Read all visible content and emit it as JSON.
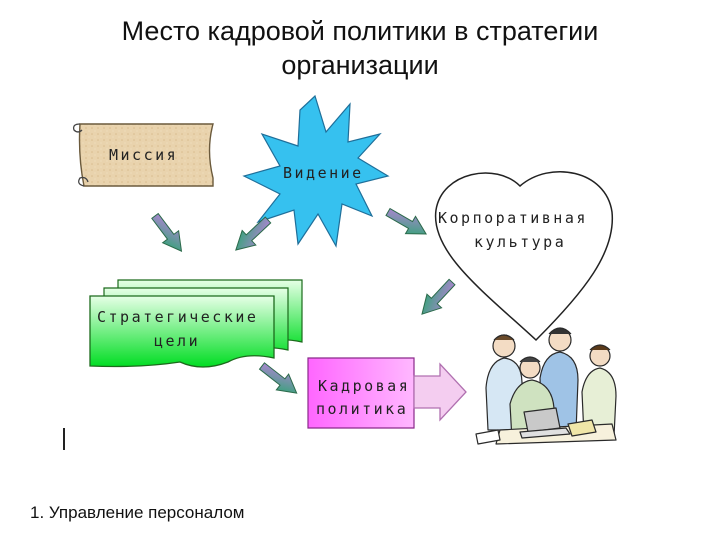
{
  "slide": {
    "title_line1": "Место кадровой политики в стратегии",
    "title_line2": "организации",
    "footer": "1. Управление персоналом"
  },
  "nodes": {
    "mission": "Миссия",
    "vision": "Видение",
    "culture_line1": "Корпоративная",
    "culture_line2": "культура",
    "goals_line1": "Стратегические",
    "goals_line2": "цели",
    "policy_line1": "Кадровая",
    "policy_line2": "политика"
  },
  "colors": {
    "scroll_fill": "#e9d3ad",
    "star_fill": "#36c1ef",
    "goals_fill_top": "#e6ffe6",
    "goals_fill_bottom": "#00dd22",
    "policy_fill": "#ff66ff",
    "arrow_top": "#c080e0",
    "arrow_bottom": "#22a86a",
    "big_arrow_fill": "#f4cdf0"
  }
}
